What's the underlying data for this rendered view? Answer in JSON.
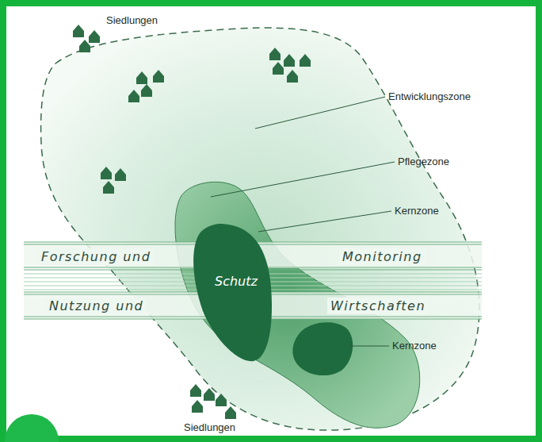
{
  "diagram": {
    "nodes": [
      {
        "text": [
          "Forschung und",
          "Monitoring"
        ]
      },
      {
        "text": [
          "Schutz"
        ]
      },
      {
        "text": [
          "Nutzung und",
          "Wirtschaften"
        ]
      }
    ],
    "labels": [
      "Siedlungen",
      "Entwicklungszone",
      "Pflegezone",
      "Kernzone",
      "Kernzone",
      "Siedlungen"
    ]
  }
}
